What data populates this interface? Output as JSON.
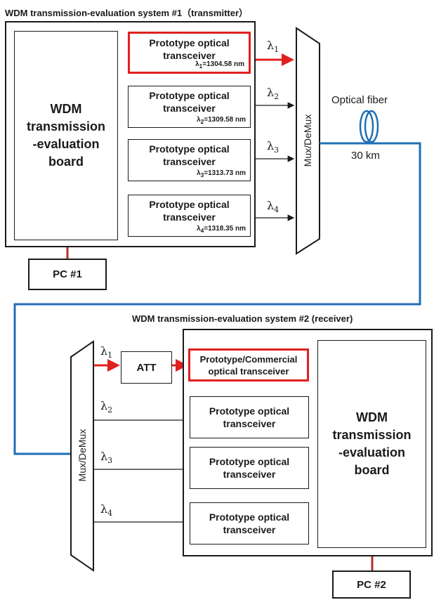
{
  "system1": {
    "title": "WDM transmission-evaluation system #1（transmitter）",
    "board": [
      "WDM",
      "transmission",
      "-evaluation",
      "board"
    ],
    "pc": "PC #1",
    "mux": "Mux/DeMux",
    "transceivers": [
      {
        "name": [
          "Prototype optical",
          "transceiver"
        ],
        "wl_prefix": "λ",
        "wl_index": "1",
        "wl_value": "=1304.58 nm",
        "lambda_index": "1",
        "highlight": true
      },
      {
        "name": [
          "Prototype optical",
          "transceiver"
        ],
        "wl_prefix": "λ",
        "wl_index": "2",
        "wl_value": "=1309.58 nm",
        "lambda_index": "2",
        "highlight": false
      },
      {
        "name": [
          "Prototype optical",
          "transceiver"
        ],
        "wl_prefix": "λ",
        "wl_index": "3",
        "wl_value": "=1313.73 nm",
        "lambda_index": "3",
        "highlight": false
      },
      {
        "name": [
          "Prototype optical",
          "transceiver"
        ],
        "wl_prefix": "λ",
        "wl_index": "4",
        "wl_value": "=1318.35 nm",
        "lambda_index": "4",
        "highlight": false
      }
    ]
  },
  "fiber": {
    "label": "Optical fiber",
    "length": "30 km"
  },
  "system2": {
    "title": "WDM transmission-evaluation system #2 (receiver)",
    "board": [
      "WDM",
      "transmission",
      "-evaluation",
      "board"
    ],
    "pc": "PC #2",
    "mux": "Mux/DeMux",
    "att": "ATT",
    "transceivers": [
      {
        "name": [
          "Prototype/Commercial",
          "optical transceiver"
        ],
        "lambda_index": "1",
        "highlight": true
      },
      {
        "name": [
          "Prototype optical",
          "transceiver"
        ],
        "lambda_index": "2",
        "highlight": false
      },
      {
        "name": [
          "Prototype optical",
          "transceiver"
        ],
        "lambda_index": "3",
        "highlight": false
      },
      {
        "name": [
          "Prototype optical",
          "transceiver"
        ],
        "lambda_index": "4",
        "highlight": false
      }
    ]
  },
  "lambda_symbol": "λ",
  "colors": {
    "highlight": "#e02020",
    "fiber": "#1f6fb5",
    "pc_link": "#b03030",
    "line": "#1a1a1a"
  }
}
